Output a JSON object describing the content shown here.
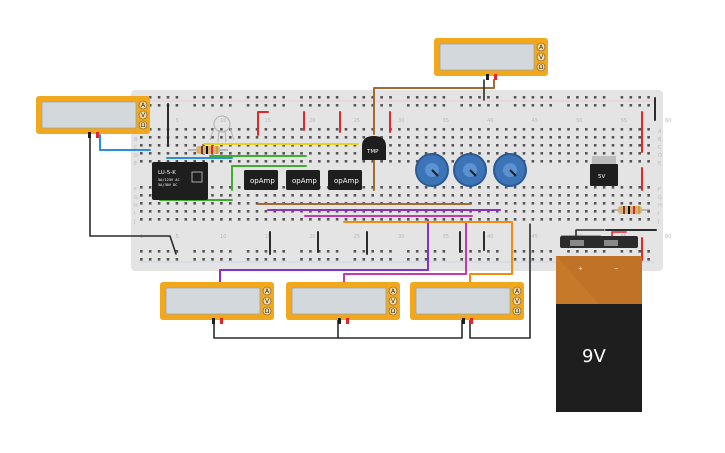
{
  "breadboard": {
    "column_numbers": [
      "1",
      "5",
      "10",
      "15",
      "20",
      "25",
      "30",
      "35",
      "40",
      "45",
      "50",
      "55",
      "60"
    ],
    "row_letters_top": [
      "A",
      "B",
      "C",
      "D",
      "E"
    ],
    "row_letters_bottom": [
      "F",
      "G",
      "H",
      "I",
      "J"
    ]
  },
  "multimeters": {
    "knob_labels": [
      "A",
      "V",
      "Ω"
    ],
    "count": 5
  },
  "components": {
    "relay": {
      "line1": "LU-5-K",
      "line2": "5A/125V AC",
      "line3": "5A/30V DC"
    },
    "opamp_label": "opAmp",
    "temp_sensor_label": "TMP",
    "regulator_label": "5V",
    "battery": {
      "label": "9V",
      "plus": "+",
      "minus": "−"
    }
  },
  "colors": {
    "breadboard": "#e4e4e4",
    "multimeter_body": "#f2a81c",
    "multimeter_screen": "#d3d8dc",
    "battery_orange": "#c7792a",
    "battery_black": "#1e1e1e",
    "potentiometer": "#3d74b8",
    "wire_red": "#e02828",
    "wire_black": "#2b2b2b",
    "wire_blue": "#2a8fd6",
    "wire_yellow": "#e8d21e",
    "wire_green": "#3fae2e",
    "wire_purple": "#8a2fc4",
    "wire_magenta": "#c23ab2",
    "wire_orange": "#f08c14",
    "wire_brown": "#a46a34"
  }
}
